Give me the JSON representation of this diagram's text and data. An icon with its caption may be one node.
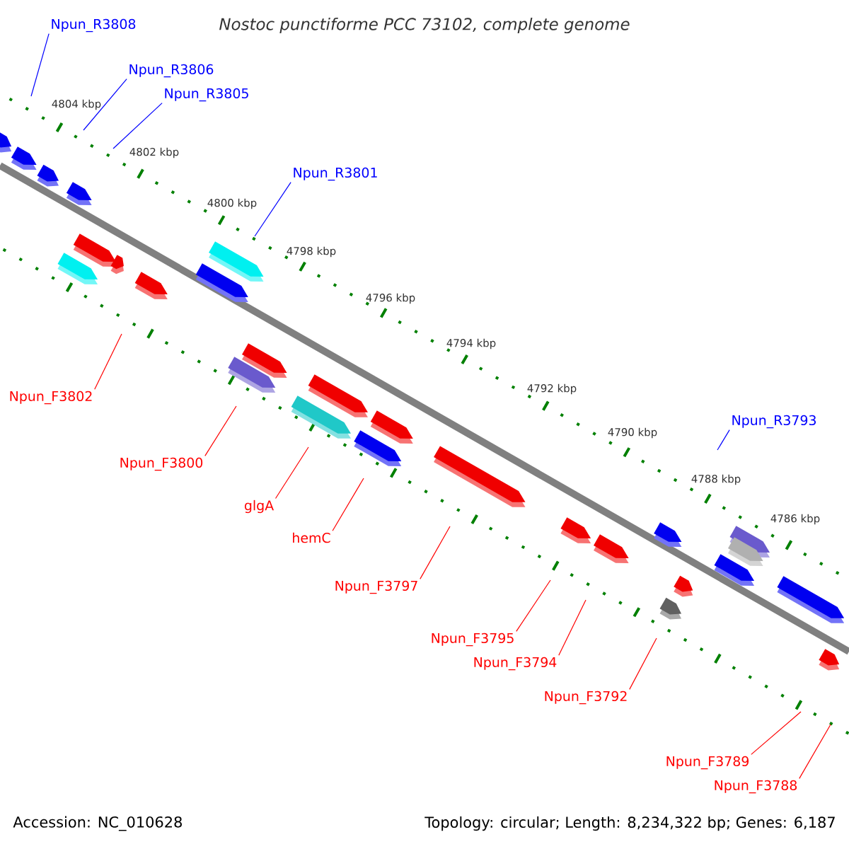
{
  "diagram": {
    "title": "Nostoc punctiforme PCC 73102, complete genome",
    "nodes": [
      {
        "text": [
          "Npun_R3808"
        ]
      },
      {
        "text": [
          "Npun_R3806"
        ]
      },
      {
        "text": [
          "Npun_R3805"
        ]
      },
      {
        "text": [
          "Npun_R3801"
        ]
      },
      {
        "text": [
          "Npun_F3802"
        ]
      },
      {
        "text": [
          "Npun_R3793"
        ]
      },
      {
        "text": [
          "Npun_F3800"
        ]
      },
      {
        "text": [
          "glgA"
        ]
      },
      {
        "text": [
          "hemC"
        ]
      },
      {
        "text": [
          "Npun_F3797"
        ]
      },
      {
        "text": [
          "Npun_F3795"
        ]
      },
      {
        "text": [
          "Npun_F3794"
        ]
      },
      {
        "text": [
          "Npun_F3792"
        ]
      },
      {
        "text": [
          "Npun_F3789"
        ]
      },
      {
        "text": [
          "Npun_F3788"
        ]
      }
    ],
    "edges": [
      {
        "from": 0,
        "to": null,
        "arrow": "none",
        "color": "#0000ff"
      },
      {
        "from": 1,
        "to": null,
        "arrow": "none",
        "color": "#0000ff"
      },
      {
        "from": 2,
        "to": null,
        "arrow": "none",
        "color": "#0000ff"
      },
      {
        "from": 3,
        "to": null,
        "arrow": "none",
        "color": "#0000ff"
      },
      {
        "from": 4,
        "to": null,
        "arrow": "none"
      },
      {
        "from": 5,
        "to": null,
        "arrow": "none",
        "color": "#0000ff"
      },
      {
        "from": 6,
        "to": null,
        "arrow": "none"
      },
      {
        "from": 7,
        "to": null,
        "arrow": "none"
      },
      {
        "from": 8,
        "to": null,
        "arrow": "none"
      },
      {
        "from": 9,
        "to": null,
        "arrow": "none"
      },
      {
        "from": 10,
        "to": null,
        "arrow": "none"
      },
      {
        "from": 11,
        "to": null,
        "arrow": "none"
      },
      {
        "from": 12,
        "to": null,
        "arrow": "none"
      },
      {
        "from": 13,
        "to": null,
        "arrow": "none"
      },
      {
        "from": 14,
        "to": null,
        "arrow": "none"
      }
    ],
    "labels": [
      "4804 kbp",
      "4802 kbp",
      "4800 kbp",
      "4798 kbp",
      "4796 kbp",
      "4794 kbp",
      "4792 kbp",
      "4790 kbp",
      "4788 kbp",
      "4786 kbp",
      "Accession: NC_010628",
      "Topology: circular; Length: 8,234,322 bp; Genes: 6,187"
    ]
  }
}
